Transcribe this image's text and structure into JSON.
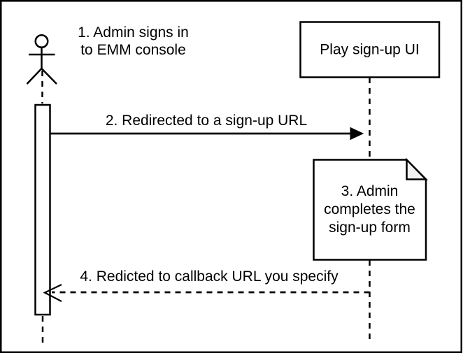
{
  "diagram": {
    "type": "uml-sequence-diagram",
    "colors": {
      "stroke": "#000000",
      "background": "#ffffff",
      "note_fold_fill": "#f2f2f2"
    },
    "actor": {
      "icon": "stick-figure-actor-icon",
      "label_line1": "1. Admin signs in",
      "label_line2": "to EMM console"
    },
    "participant": {
      "label": "Play sign-up UI"
    },
    "messages": {
      "redirect": {
        "label": "2. Redirected to a sign-up URL",
        "style": "solid",
        "direction": "left-to-right"
      },
      "callback": {
        "label": "4. Redicted to callback URL you specify",
        "style": "dashed",
        "direction": "right-to-left"
      }
    },
    "note": {
      "line1": "3. Admin",
      "line2": "completes the",
      "line3": "sign-up form"
    }
  }
}
